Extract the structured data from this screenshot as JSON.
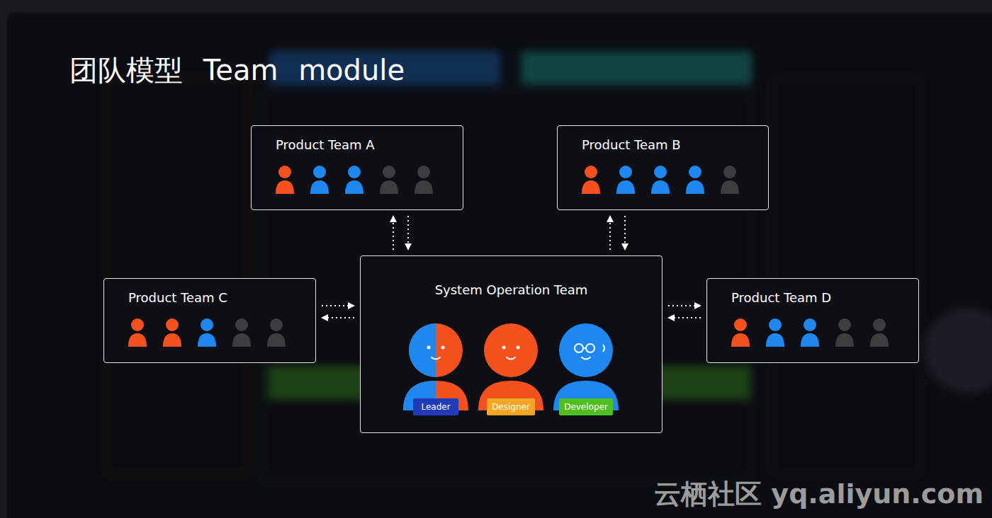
{
  "diagram": {
    "title": "团队模型 Team module",
    "nodes": [
      {
        "text": [
          "Product Team A"
        ]
      },
      {
        "text": [
          "Product Team B"
        ]
      },
      {
        "text": [
          "System Operation Team"
        ]
      },
      {
        "text": [
          "Leader"
        ],
        "in": 2
      },
      {
        "text": [
          "Designer"
        ],
        "in": 2
      },
      {
        "text": [
          "Developer"
        ],
        "in": 2
      },
      {
        "text": [
          "Product Team C"
        ]
      },
      {
        "text": [
          "Product Team D"
        ]
      }
    ],
    "edges": [
      {
        "from": 2,
        "to": 0,
        "arrow": "to"
      },
      {
        "from": 0,
        "to": 2,
        "arrow": "to"
      },
      {
        "from": 2,
        "to": 1,
        "arrow": "to"
      },
      {
        "from": 1,
        "to": 2,
        "arrow": "to"
      },
      {
        "from": 6,
        "to": 2,
        "arrow": "to"
      },
      {
        "from": 2,
        "to": 6,
        "arrow": "to"
      },
      {
        "from": 2,
        "to": 7,
        "arrow": "to"
      },
      {
        "from": 7,
        "to": 2,
        "arrow": "to"
      }
    ],
    "labels": [
      "云栖社区 yq.aliyun.com"
    ]
  }
}
